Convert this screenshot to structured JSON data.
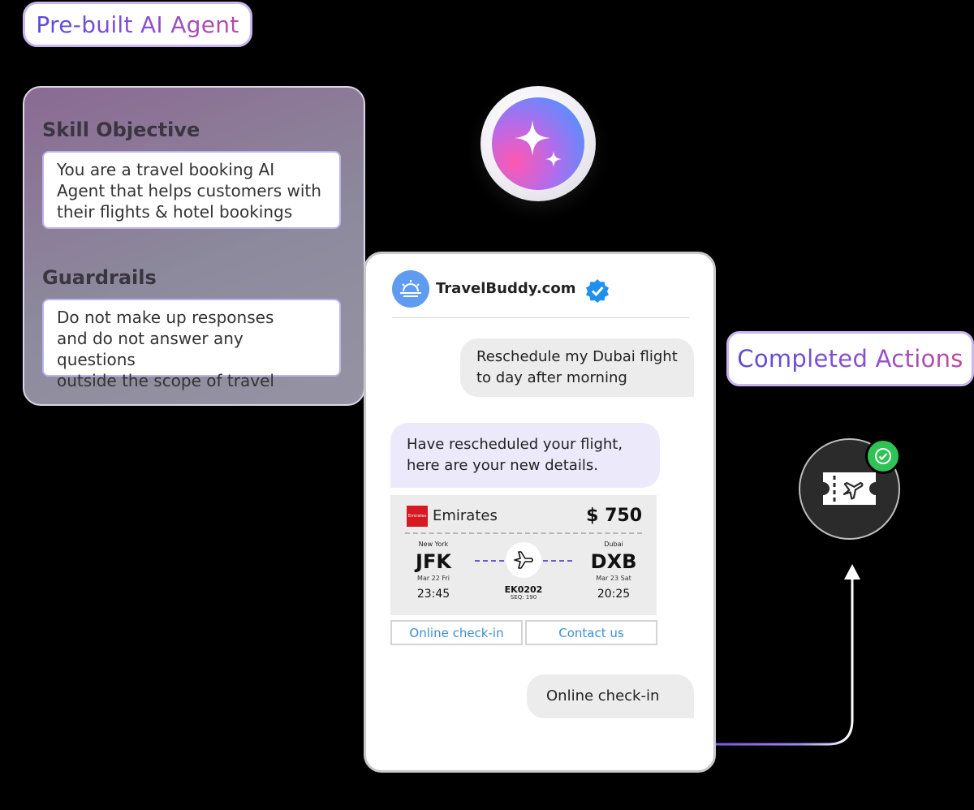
{
  "header_pill": "Pre-built AI Agent",
  "skill_panel": {
    "objective_title": "Skill Objective",
    "objective_lines": [
      "You are a travel booking AI",
      "Agent that helps customers with",
      "their flights & hotel bookings"
    ],
    "guardrails_title": "Guardrails",
    "guardrails_lines": [
      "Do not make up responses",
      "and do not answer any questions",
      "outside the scope of travel"
    ]
  },
  "orb_icon": "sparkle-icon",
  "chat": {
    "brand": "TravelBuddy.com",
    "verified_icon": "verified-badge-icon",
    "messages": {
      "user1_lines": [
        "Reschedule my Dubai flight",
        "to day after morning"
      ],
      "bot1_lines": [
        "Have rescheduled your flight,",
        "here are your new details."
      ],
      "user2": "Online check-in"
    },
    "ticket": {
      "airline": "Emirates",
      "airline_logo_text": "Emirates",
      "price": "$ 750",
      "from": {
        "city": "New York",
        "code": "JFK",
        "date": "Mar 22 Fri",
        "time": "23:45"
      },
      "to": {
        "city": "Dubai",
        "code": "DXB",
        "date": "Mar 23 Sat",
        "time": "20:25"
      },
      "flight_no": "EK0202",
      "seq": "SEQ: 190"
    },
    "buttons": {
      "checkin": "Online check-in",
      "contact": "Contact us"
    }
  },
  "completed_actions": {
    "label": "Completed Actions",
    "icon": "flight-ticket-icon",
    "status_icon": "check-icon"
  },
  "colors": {
    "accent": "#6b3fe0",
    "check": "#2fc255",
    "link": "#3c8fd6"
  }
}
